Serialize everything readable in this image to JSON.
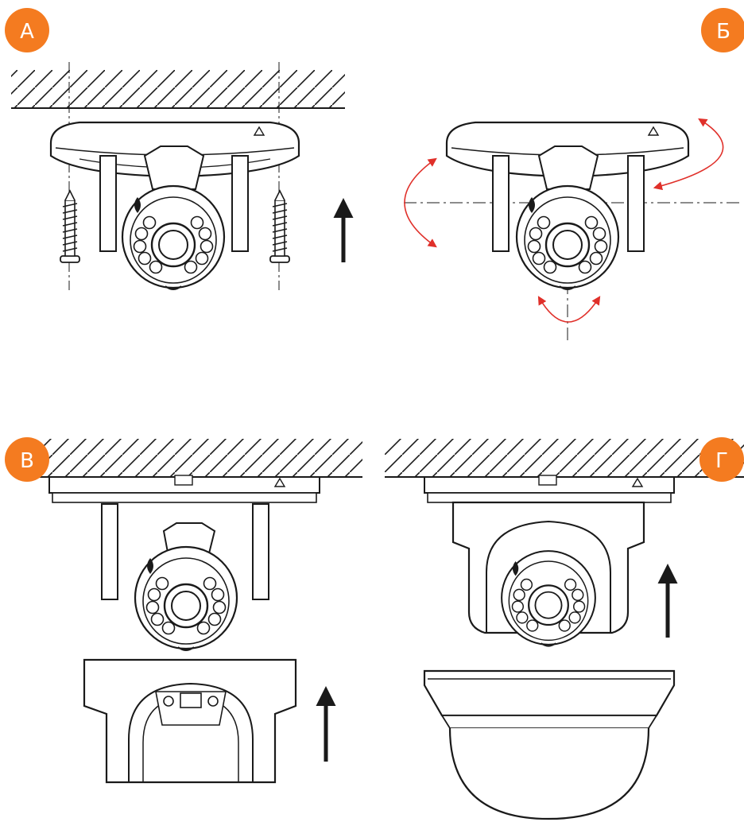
{
  "steps": [
    {
      "label": "А"
    },
    {
      "label": "Б"
    },
    {
      "label": "В"
    },
    {
      "label": "Г"
    }
  ],
  "colors": {
    "badge": "#F47B20",
    "line": "#1a1a1a",
    "accent_arrow": "#E0302A",
    "fill": "#ffffff"
  },
  "icons": [
    "screw-icon",
    "up-arrow-icon",
    "rotate-arrow-icon"
  ]
}
